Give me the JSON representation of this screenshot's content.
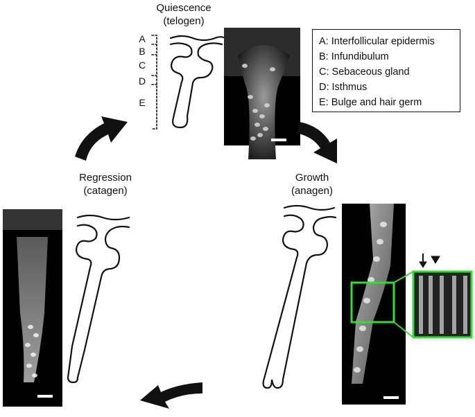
{
  "stages": {
    "quiescence": {
      "name": "Quiescence",
      "sub": "(telogen)"
    },
    "growth": {
      "name": "Growth",
      "sub": "(anagen)"
    },
    "regression": {
      "name": "Regression",
      "sub": "(catagen)"
    }
  },
  "segments": [
    "A",
    "B",
    "C",
    "D",
    "E"
  ],
  "legend": [
    "A: Interfollicular epidermis",
    "B: Infundibulum",
    "C: Sebaceous gland",
    "D: Isthmus",
    "E: Bulge and hair germ"
  ],
  "colors": {
    "ink": "#111111",
    "inset_border": "#2fe02f",
    "micrograph_bg": "#000000"
  }
}
